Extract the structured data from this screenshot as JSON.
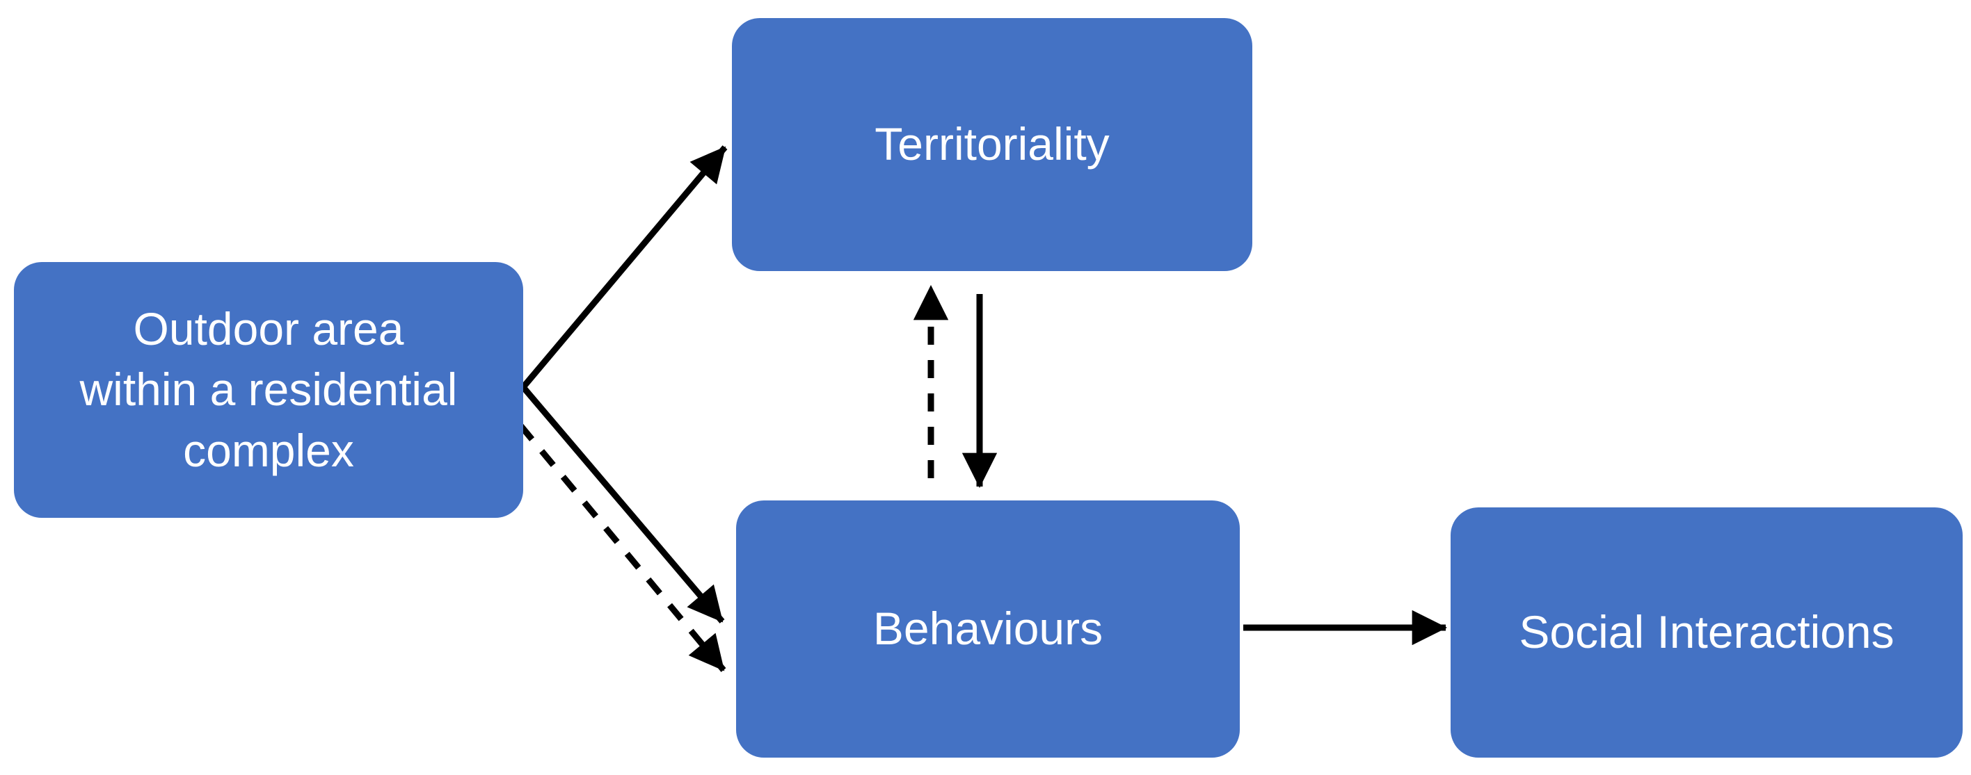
{
  "diagram": {
    "type": "flow-diagram",
    "nodes": {
      "outdoor": {
        "label": "Outdoor area within a residential complex",
        "lines": [
          "Outdoor area",
          "within a residential",
          "complex"
        ]
      },
      "territoriality": {
        "label": "Territoriality"
      },
      "behaviours": {
        "label": "Behaviours"
      },
      "social": {
        "label": "Social Interactions"
      }
    },
    "edges": [
      {
        "from": "outdoor",
        "to": "territoriality",
        "style": "solid",
        "direction": "one-way"
      },
      {
        "from": "outdoor",
        "to": "behaviours",
        "style": "solid",
        "direction": "one-way"
      },
      {
        "from": "outdoor",
        "to": "behaviours",
        "style": "dashed",
        "direction": "one-way"
      },
      {
        "from": "behaviours",
        "to": "territoriality",
        "style": "dashed",
        "direction": "one-way"
      },
      {
        "from": "territoriality",
        "to": "behaviours",
        "style": "solid",
        "direction": "one-way"
      },
      {
        "from": "behaviours",
        "to": "social",
        "style": "solid",
        "direction": "one-way"
      }
    ]
  },
  "colors": {
    "node_fill": "#4472C4",
    "node_text": "#ffffff",
    "arrow": "#000000",
    "background": "#ffffff"
  }
}
